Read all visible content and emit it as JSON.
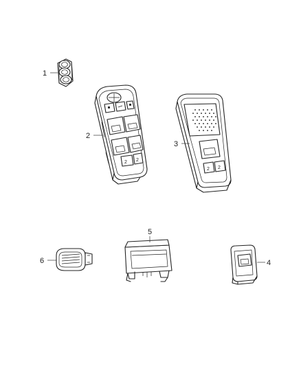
{
  "callouts": [
    {
      "id": "1",
      "label": "1"
    },
    {
      "id": "2",
      "label": "2"
    },
    {
      "id": "3",
      "label": "3"
    },
    {
      "id": "4",
      "label": "4"
    },
    {
      "id": "5",
      "label": "5"
    },
    {
      "id": "6",
      "label": "6"
    }
  ],
  "parts": [
    {
      "callout": "1",
      "icon": "stacked-knob-switch-icon"
    },
    {
      "callout": "2",
      "icon": "driver-window-switch-bezel-icon"
    },
    {
      "callout": "3",
      "icon": "passenger-window-switch-bezel-icon"
    },
    {
      "callout": "4",
      "icon": "single-window-switch-icon"
    },
    {
      "callout": "5",
      "icon": "switch-housing-icon"
    },
    {
      "callout": "6",
      "icon": "vented-sensor-icon"
    }
  ]
}
